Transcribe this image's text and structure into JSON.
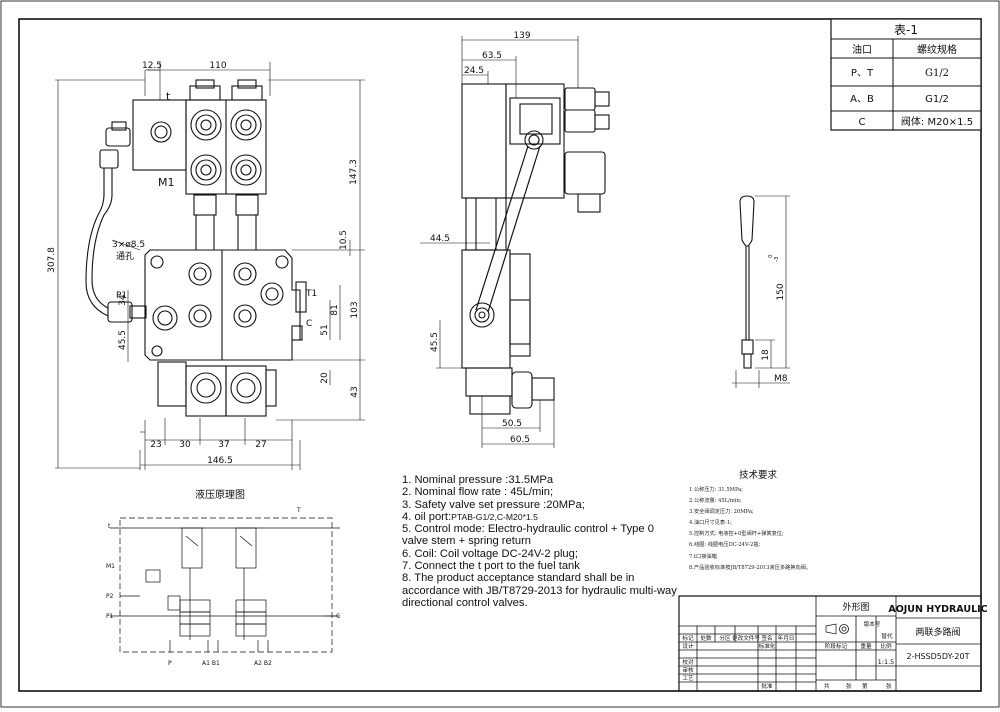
{
  "table1": {
    "title": "表-1",
    "header": [
      "油口",
      "螺纹规格"
    ],
    "rows": [
      [
        "P、T",
        "G1/2"
      ],
      [
        "A、B",
        "G1/2"
      ],
      [
        "C",
        "阀体: M20×1.5"
      ]
    ]
  },
  "dims": {
    "front": {
      "d12_5": "12.5",
      "d110": "110",
      "d147_3": "147.3",
      "d307_8": "307.8",
      "d10_5": "10.5",
      "d103": "103",
      "d81": "81",
      "d51": "51",
      "d20": "20",
      "d43": "43",
      "d34": "34",
      "d45_5": "45.5",
      "d23": "23",
      "d30": "30",
      "d37": "37",
      "d27": "27",
      "d146_5": "146.5",
      "holes": "3×ø8.5",
      "through": "通孔",
      "lbl_t": "t",
      "lbl_m1": "M1",
      "lbl_p1": "P1",
      "lbl_t1": "T1",
      "lbl_c": "C"
    },
    "side": {
      "d139": "139",
      "d63_5": "63.5",
      "d24_5": "24.5",
      "d44_5": "44.5",
      "d45_5": "45.5",
      "d50_5": "50.5",
      "d60_5": "60.5"
    },
    "handle": {
      "d150": "150",
      "d18": "18",
      "m8": "M8",
      "t0": "0",
      "t3": "-3"
    }
  },
  "schematic": {
    "title": "液压原理图",
    "labels": {
      "t_top": "T",
      "t_left": "t",
      "m1": "M1",
      "p2": "P2",
      "p1": "P1",
      "c": "C",
      "p": "P",
      "a1b1": "A1 B1",
      "a2b2": "A2 B2"
    }
  },
  "notes_en": [
    "1. Nominal pressure :31.5MPa",
    "2. Nominal flow rate : 45L/min;",
    "3. Safety valve set pressure :20MPa;",
    "4. oil port:",
    "PTAB-G1/2,C-M20*1.5",
    "5. Control mode: Electro-hydraulic control + Type 0",
    "valve stem + spring return",
    "6. Coil: Coil voltage DC-24V-2 plug;",
    "7. Connect the t port to the fuel tank",
    "8. The product acceptance standard shall be in",
    "accordance with JB/T8729-2013 for hydraulic multi-way",
    " directional control valves."
  ],
  "notes_cn_title": "技术要求",
  "notes_cn": [
    "1.公称压力: 31.5MPa;",
    "2.公称流量: 45L/min;",
    "3.安全阀调定压力: 20MPa;",
    "4.油口尺寸见表-1;",
    "5.控制方式: 电液控+0型阀杆+弹簧复位;",
    "6.线圈: 线圈电压DC-24V-2插;",
    "7.t口接油箱",
    "8.产品验收标准按JB/T8729-2013液压多路换向阀。"
  ],
  "title_block": {
    "outline_label": "外形图",
    "company": "AOJUN HYDRAULIC",
    "product_name": "两联多路阀",
    "model": "2-HSSD5DY-20T",
    "scale": "1:1.5",
    "cells": {
      "mark": "标记",
      "qty": "处数",
      "zone": "分区",
      "docno": "更改文件号",
      "sign": "签名",
      "date": "年月日",
      "design": "设计",
      "std": "标准化",
      "check": "校对",
      "review": "审核",
      "process": "工艺",
      "approve": "批准",
      "stage_mark": "阶段标记",
      "weight": "重量",
      "ratio": "比例",
      "sheets_total": "共",
      "sheet": "张",
      "sheet_no": "第",
      "sheet2": "张",
      "version": "版本号",
      "replaces": "替代"
    }
  }
}
